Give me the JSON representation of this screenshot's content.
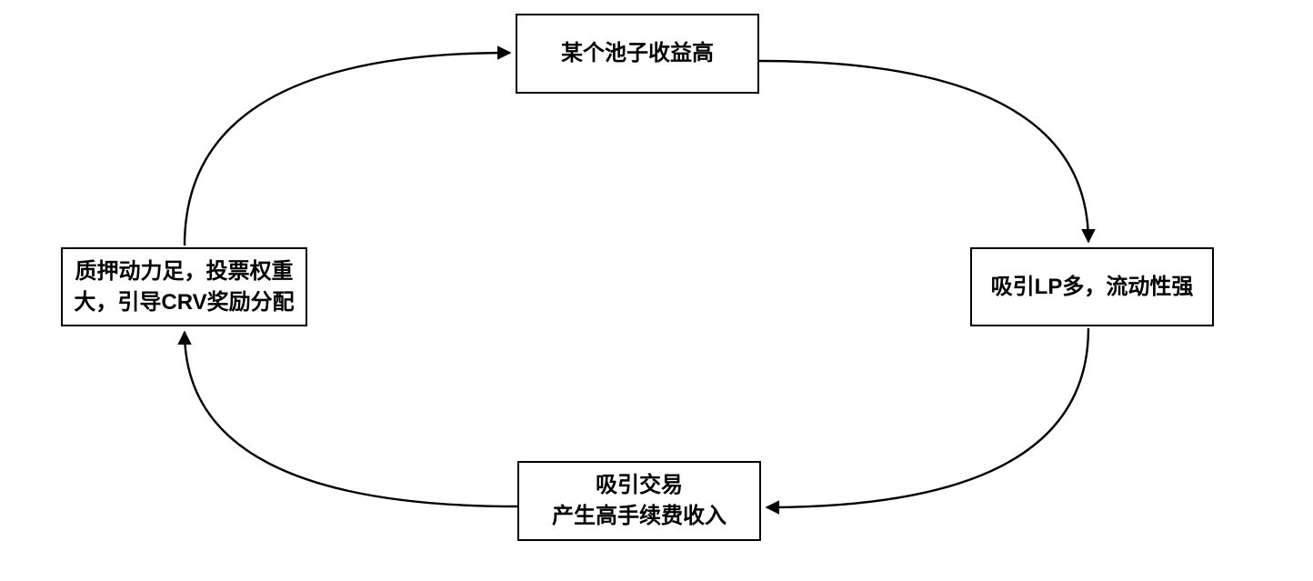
{
  "diagram": {
    "type": "cycle-flowchart",
    "background_color": "#ffffff",
    "box_fill_color": "#ffffff",
    "box_border_color": "#000000",
    "arrow_color": "#000000",
    "text_color": "#000000",
    "nodes": {
      "top": {
        "id": "pool-high-yield",
        "lines": [
          "某个池子收益高"
        ]
      },
      "right": {
        "id": "attract-lp-liquidity",
        "lines": [
          "吸引LP多，流动性强"
        ]
      },
      "bottom": {
        "id": "attract-trading-fees",
        "lines": [
          "吸引交易",
          "产生高手续费收入"
        ]
      },
      "left": {
        "id": "staking-voting-crv",
        "lines": [
          "质押动力足，投票权重",
          "大，引导CRV奖励分配"
        ]
      }
    },
    "edges": [
      {
        "from": "top",
        "to": "right",
        "direction": "clockwise"
      },
      {
        "from": "right",
        "to": "bottom",
        "direction": "clockwise"
      },
      {
        "from": "bottom",
        "to": "left",
        "direction": "clockwise"
      },
      {
        "from": "left",
        "to": "top",
        "direction": "clockwise"
      }
    ]
  }
}
